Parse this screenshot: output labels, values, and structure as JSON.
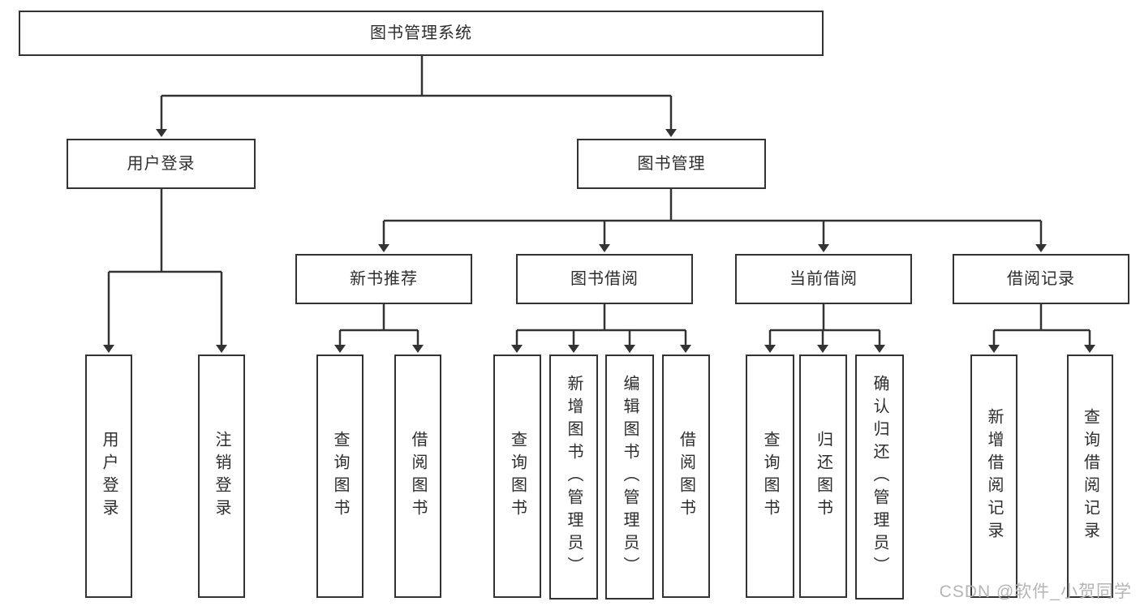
{
  "colors": {
    "line": "#333333",
    "text": "#2d2d2d",
    "background": "#ffffff",
    "watermark": "#b5b5b5"
  },
  "watermark": {
    "label": "CSDN @软件_小贺同学"
  },
  "tree": {
    "root": {
      "label": "图书管理系统"
    },
    "branches": [
      {
        "label": "用户登录",
        "children": [
          {
            "label": "用户登录"
          },
          {
            "label": "注销登录"
          }
        ]
      },
      {
        "label": "图书管理",
        "children": [
          {
            "label": "新书推荐",
            "children": [
              {
                "label": "查询图书"
              },
              {
                "label": "借阅图书"
              }
            ]
          },
          {
            "label": "图书借阅",
            "children": [
              {
                "label": "查询图书"
              },
              {
                "label": "新增图书（管理员）"
              },
              {
                "label": "编辑图书（管理员）"
              },
              {
                "label": "借阅图书"
              }
            ]
          },
          {
            "label": "当前借阅",
            "children": [
              {
                "label": "查询图书"
              },
              {
                "label": "归还图书"
              },
              {
                "label": "确认归还（管理员）"
              }
            ]
          },
          {
            "label": "借阅记录",
            "children": [
              {
                "label": "新增借阅记录"
              },
              {
                "label": "查询借阅记录"
              }
            ]
          }
        ]
      }
    ]
  }
}
